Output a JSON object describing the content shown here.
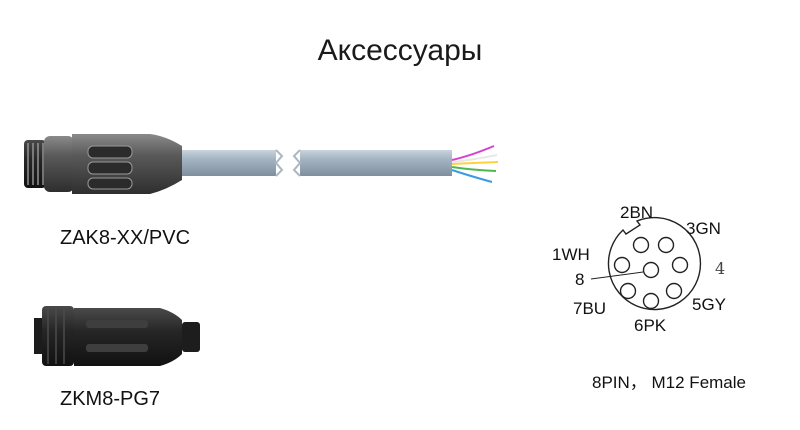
{
  "page": {
    "title": "Аксессуары"
  },
  "cable": {
    "label": "ZAK8-XX/PVC"
  },
  "plug": {
    "label": "ZKM8-PG7"
  },
  "pinout": {
    "caption": "8PIN， M12 Female",
    "labels": [
      "2BN",
      "3GN",
      "1WH",
      "8",
      "4",
      "7BU",
      "5GY",
      "6PK"
    ]
  },
  "colors": {
    "cable_jacket": "#9fb0bf",
    "wires": [
      "#d63fd0",
      "#ffffff",
      "#ffd23a",
      "#4db84d",
      "#3a9be0"
    ]
  }
}
